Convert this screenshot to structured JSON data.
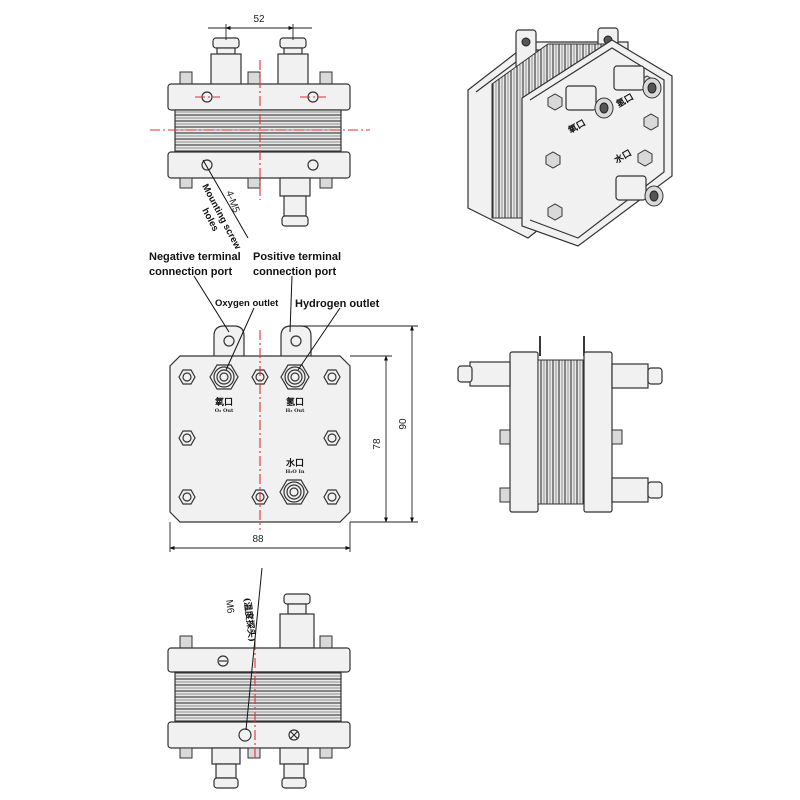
{
  "dimensions": {
    "top_width": "52",
    "holes": "4-M5",
    "width": "88",
    "height_inner": "78",
    "height_outer": "90",
    "port_thread": "M6",
    "port_thread_note": "(温度探头)"
  },
  "labels": {
    "mounting_line1": "Mounting screw",
    "mounting_line2": "holes",
    "negative_line1": "Negative terminal",
    "negative_line2": "connection port",
    "positive_line1": "Positive terminal",
    "positive_line2": "connection port",
    "oxygen_outlet": "Oxygen outlet",
    "hydrogen_outlet": "Hydrogen outlet"
  },
  "port_marks": {
    "o2_cn": "氧口",
    "o2_en": "O₂ Out",
    "h2_cn": "氢口",
    "h2_en": "H₂ Out",
    "water_cn": "水口",
    "water_en": "H₂O In"
  }
}
